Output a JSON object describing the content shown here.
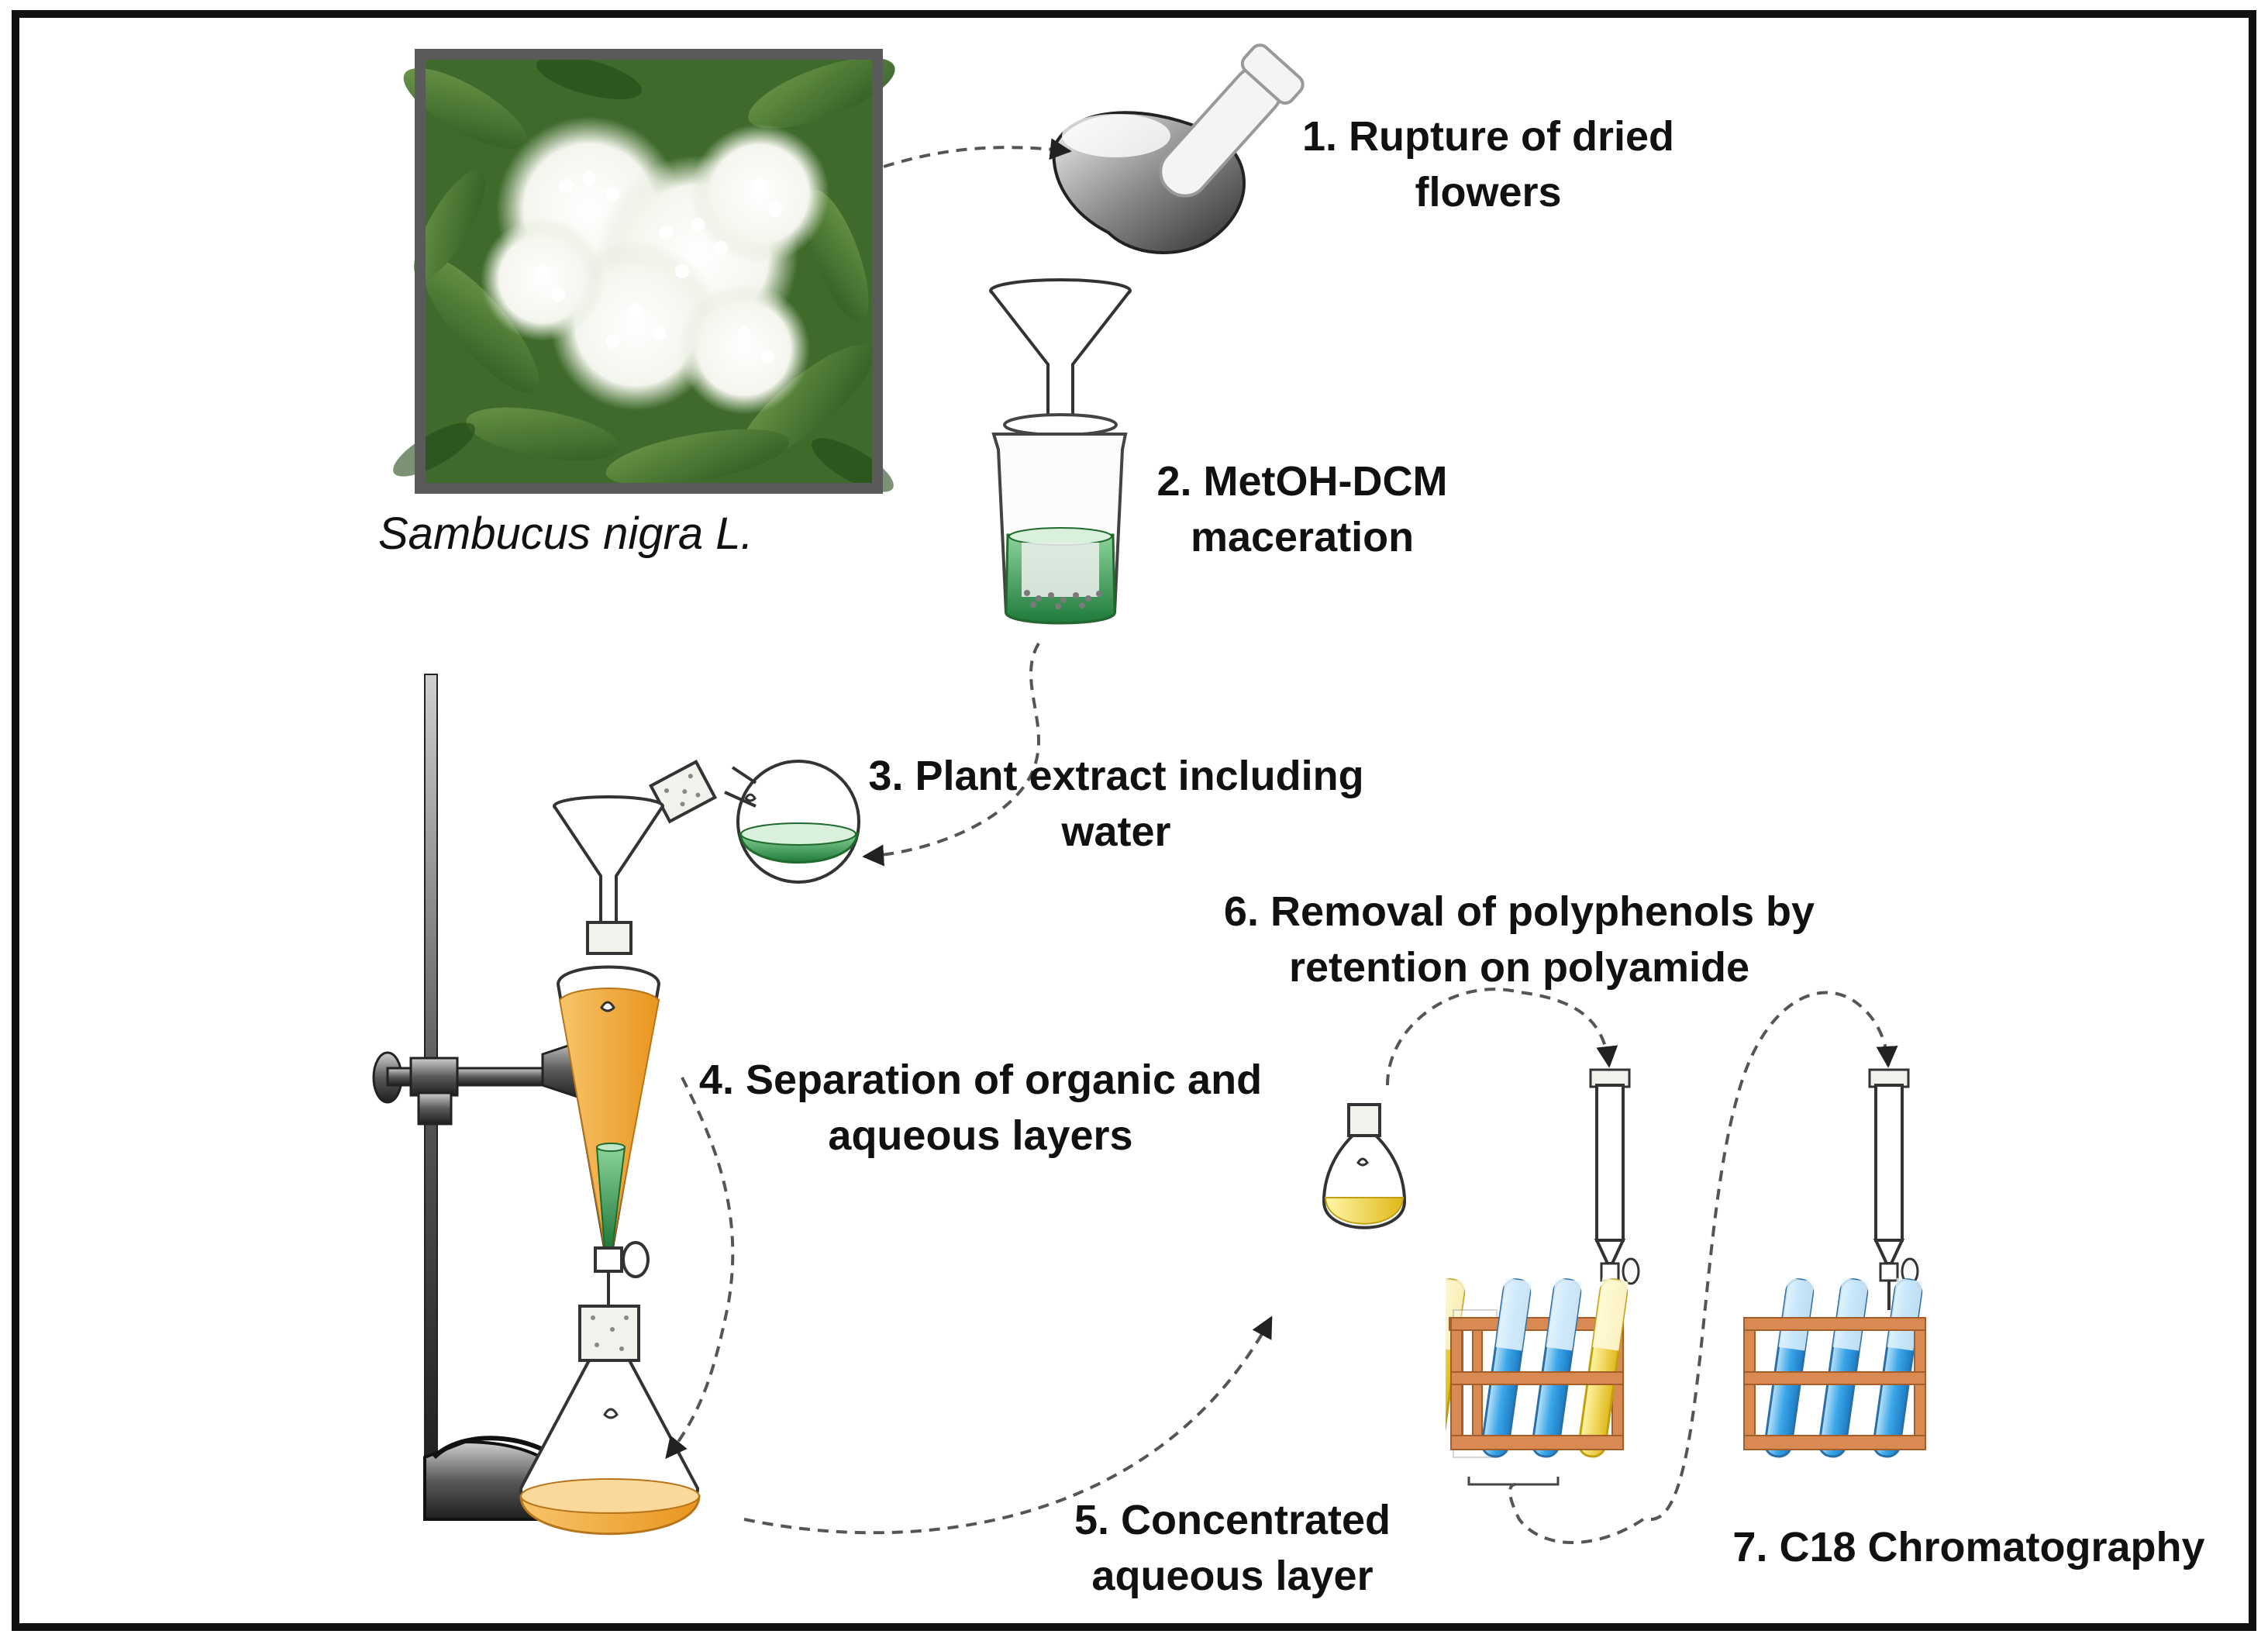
{
  "species": "Sambucus nigra L.",
  "steps": [
    {
      "lines": [
        "1. Rupture of dried",
        "flowers"
      ]
    },
    {
      "lines": [
        "2. MetOH-DCM",
        "maceration"
      ]
    },
    {
      "lines": [
        "3. Plant extract including",
        "water"
      ]
    },
    {
      "lines": [
        "4. Separation of organic and",
        "aqueous layers"
      ]
    },
    {
      "lines": [
        "5. Concentrated",
        "aqueous layer"
      ]
    },
    {
      "lines": [
        "6. Removal of polyphenols by",
        "retention on polyamide"
      ]
    },
    {
      "lines": [
        "7. C18 Chromatography"
      ]
    }
  ],
  "colors": {
    "frame": "#111111",
    "organic_layer": "#f0a93b",
    "aqueous_green": "#2e9a52",
    "yellow_fraction": "#f2e21a",
    "blue_fraction": "#3aa6e8",
    "rack": "#d88a52",
    "photo_border": "#5a5a5a"
  }
}
